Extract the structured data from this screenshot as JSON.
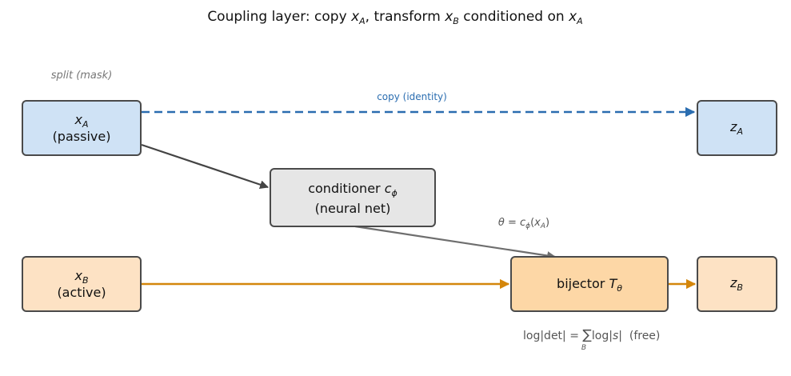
{
  "title": {
    "prefix": "Coupling layer: copy ",
    "xa_base": "x",
    "xa_sub": "A",
    "mid": ", transform ",
    "xb_base": "x",
    "xb_sub": "B",
    "suffix": " conditioned on ",
    "xa2_base": "x",
    "xa2_sub": "A"
  },
  "split_label": "split (mask)",
  "nodes": {
    "xa": {
      "base": "x",
      "sub": "A",
      "line2": "(passive)"
    },
    "xb": {
      "base": "x",
      "sub": "B",
      "line2": "(active)"
    },
    "conditioner": {
      "text": "conditioner ",
      "sym": "c",
      "sub": "ϕ",
      "line2": "(neural net)"
    },
    "bijector": {
      "text": "bijector ",
      "sym": "T",
      "sub": "θ"
    },
    "za": {
      "base": "z",
      "sub": "A"
    },
    "zb": {
      "base": "z",
      "sub": "B"
    }
  },
  "edges": {
    "copy_label": "copy (identity)",
    "theta": {
      "lhs": "θ",
      "eq": " = ",
      "c": "c",
      "phi": "ϕ",
      "open": "(",
      "x": "x",
      "a": "A",
      "close": ")"
    }
  },
  "logdet": {
    "lhs": "log|det| = ",
    "sum": "∑",
    "sum_sub": "B",
    "rhs_pre": "log|",
    "rhs_s": "s",
    "rhs_post": "|",
    "note": "  (free)"
  },
  "colors": {
    "blue_fill": "#cfe2f5",
    "orange_fill": "#fde2c4",
    "bijector_fill": "#fdd7a6",
    "gray_fill": "#e6e6e6",
    "border": "#4a4a4a",
    "blue_arrow": "#2a6db0",
    "orange_arrow": "#d4860b",
    "gray_arrow": "#6e6e6e",
    "dark_arrow": "#444444"
  }
}
